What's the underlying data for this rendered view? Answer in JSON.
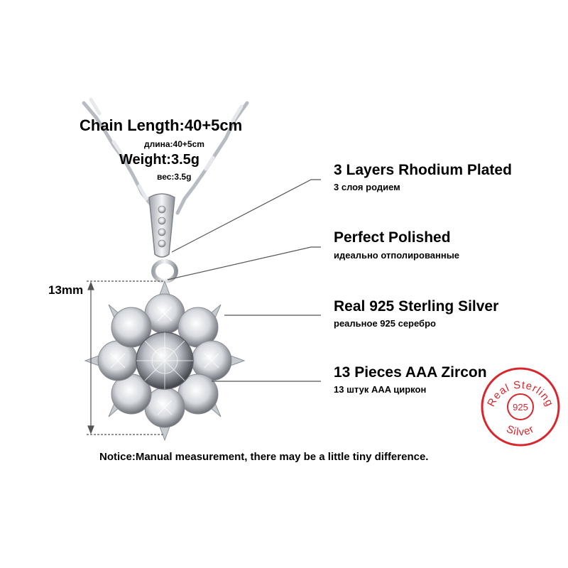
{
  "specs": {
    "chain_length": "Chain Length:40+5cm",
    "chain_length_ru": "длина:40+5cm",
    "weight": "Weight:3.5g",
    "weight_ru": "вес:3.5g"
  },
  "features": [
    {
      "title": "3 Layers Rhodium Plated",
      "subtitle": "3 слоя родием"
    },
    {
      "title": "Perfect Polished",
      "subtitle": "идеально отполированные"
    },
    {
      "title": "Real 925 Sterling Silver",
      "subtitle": "реальное 925 серебро"
    },
    {
      "title": "13 Pieces AAA Zircon",
      "subtitle": "13 штук AAA циркон"
    }
  ],
  "dimension": "13mm",
  "notice": "Notice:Manual measurement, there may be a little tiny difference.",
  "stamp": {
    "top_text": "Real Sterling",
    "center": "925",
    "bottom_text": "Silver"
  },
  "colors": {
    "stamp_red": "#d9262c",
    "silver": "#c9ccd1"
  }
}
